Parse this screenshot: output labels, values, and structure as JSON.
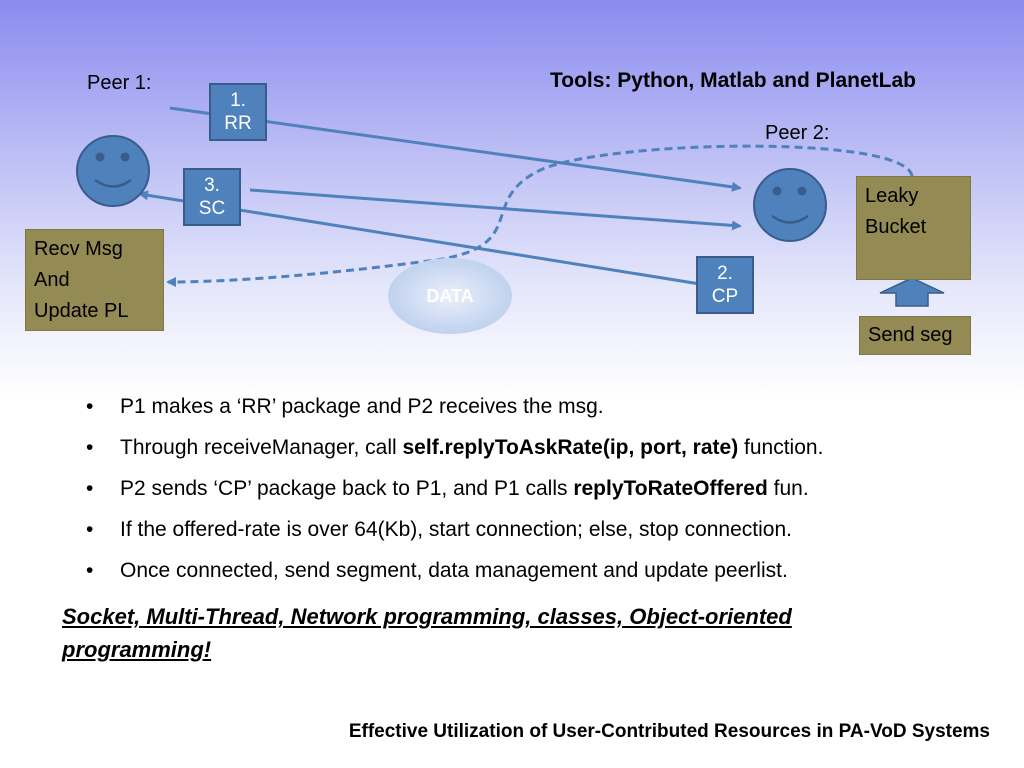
{
  "slide": {
    "header": "Tools: Python, Matlab and PlanetLab",
    "peer1_label": "Peer 1:",
    "peer2_label": "Peer 2:",
    "step1": [
      "1.",
      "RR"
    ],
    "step2": [
      "2.",
      "CP"
    ],
    "step3": [
      "3.",
      "SC"
    ],
    "recv_box": [
      "Recv Msg",
      "And",
      "Update PL"
    ],
    "leaky_box": [
      "Leaky",
      "Bucket"
    ],
    "send_seg": "Send seg",
    "data_label": "DATA",
    "bullets": [
      {
        "text": "P1 makes a ‘RR’ package and P2 receives the msg.",
        "bold": "",
        "after": ""
      },
      {
        "text": "Through receiveManager, call ",
        "bold": "self.replyToAskRate(ip, port, rate)",
        "after": " function."
      },
      {
        "text": "P2 sends ‘CP’ package back to P1, and P1 calls ",
        "bold": "replyToRateOffered",
        "after": " fun."
      },
      {
        "text": "If the offered-rate is over 64(Kb), start connection; else, stop connection.",
        "bold": "",
        "after": ""
      },
      {
        "text": "Once connected, send segment, data management and update peerlist.",
        "bold": "",
        "after": ""
      }
    ],
    "emphasis_line1": "Socket, Multi-Thread, Network programming, classes, Object-oriented",
    "emphasis_line2": "programming!",
    "footer": "Effective Utilization of User-Contributed Resources in PA-VoD Systems",
    "colors": {
      "box_blue": "#4f81bd",
      "box_olive": "#948a54",
      "arrow": "#4f81bd",
      "bg_top": "#8a8af0"
    }
  }
}
